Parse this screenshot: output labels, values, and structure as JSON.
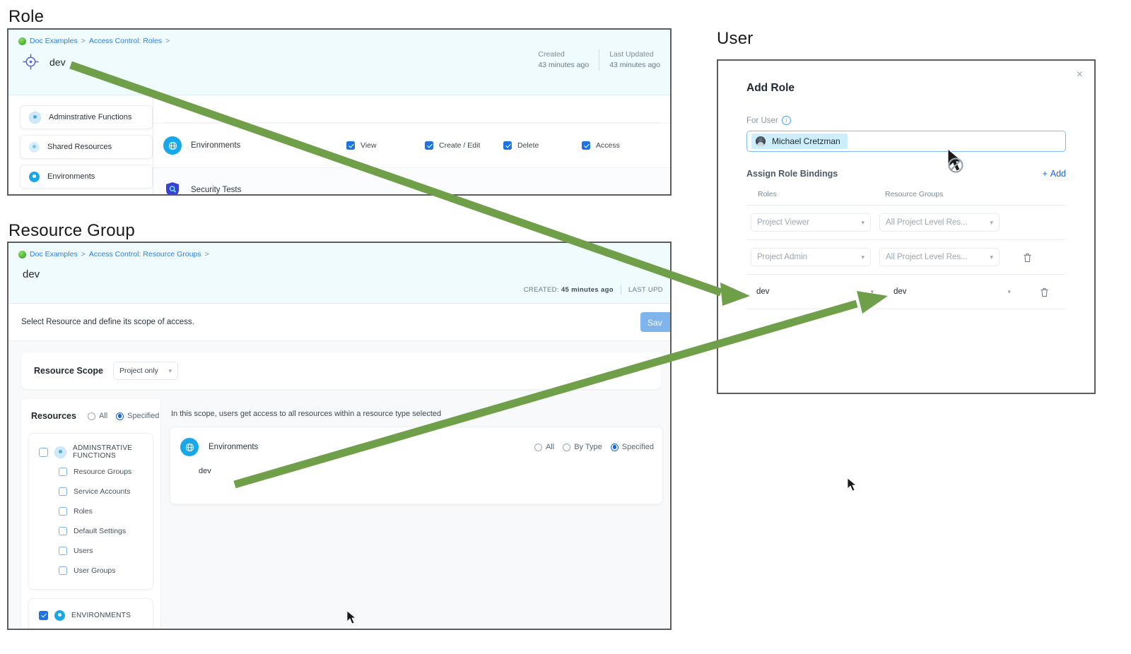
{
  "labels": {
    "role_section": "Role",
    "resource_group_section": "Resource Group",
    "user_section": "User"
  },
  "role_panel": {
    "breadcrumb": {
      "root": "Doc Examples",
      "sep1": ">",
      "second": "Access Control: Roles",
      "sep2": ">"
    },
    "name": "dev",
    "meta": {
      "created_label": "Created",
      "created_value": "43 minutes ago",
      "updated_label": "Last Updated",
      "updated_value": "43 minutes ago"
    },
    "sidebar": [
      {
        "label": "Adminstrative Functions",
        "icon": "pale-dot-icon"
      },
      {
        "label": "Shared Resources",
        "icon": "pale-dot-icon"
      },
      {
        "label": "Environments",
        "icon": "solid-dot-icon"
      }
    ],
    "permission_rows": [
      {
        "name": "Environments",
        "icon": "environment-globe-icon",
        "checks": [
          {
            "label": "View",
            "checked": true
          },
          {
            "label": "Create / Edit",
            "checked": true
          },
          {
            "label": "Delete",
            "checked": true
          },
          {
            "label": "Access",
            "checked": true
          }
        ]
      },
      {
        "name": "Security Tests",
        "icon": "security-shield-icon",
        "checks": []
      }
    ]
  },
  "resource_group_panel": {
    "breadcrumb": {
      "root": "Doc Examples",
      "sep1": ">",
      "second": "Access Control: Resource Groups",
      "sep2": ">"
    },
    "name": "dev",
    "meta": {
      "created_label": "CREATED:",
      "created_value": "45 minutes ago",
      "updated_label": "LAST UPD"
    },
    "subbar": {
      "text": "Select Resource and define its scope of access.",
      "save_label": "Sav"
    },
    "scope": {
      "label": "Resource Scope",
      "value": "Project only"
    },
    "resources": {
      "title": "Resources",
      "options": [
        {
          "label": "All",
          "selected": false
        },
        {
          "label": "Specified",
          "selected": true
        }
      ],
      "tree": {
        "group_label": "ADMINSTRATIVE FUNCTIONS",
        "group_checked": false,
        "children": [
          {
            "label": "Resource Groups",
            "checked": false
          },
          {
            "label": "Service Accounts",
            "checked": false
          },
          {
            "label": "Roles",
            "checked": false
          },
          {
            "label": "Default Settings",
            "checked": false
          },
          {
            "label": "Users",
            "checked": false
          },
          {
            "label": "User Groups",
            "checked": false
          }
        ]
      },
      "environments_group": {
        "label": "ENVIRONMENTS",
        "checked": true
      }
    },
    "scope_panel": {
      "note": "In this scope, users get access to all resources within a resource type selected",
      "card": {
        "name": "Environments",
        "options": [
          {
            "label": "All",
            "selected": false
          },
          {
            "label": "By Type",
            "selected": false
          },
          {
            "label": "Specified",
            "selected": true
          }
        ],
        "items": [
          "dev"
        ]
      }
    }
  },
  "user_dialog": {
    "title": "Add Role",
    "close_label": "×",
    "for_user_label": "For User",
    "user_chip": "Michael Cretzman",
    "bindings_label": "Assign Role Bindings",
    "add_label": "Add",
    "add_plus": "+",
    "columns": {
      "roles": "Roles",
      "resource_groups": "Resource Groups"
    },
    "rows": [
      {
        "role": "Project Viewer",
        "resource_group": "All Project Level Res...",
        "disabled": true,
        "deletable": false
      },
      {
        "role": "Project Admin",
        "resource_group": "All Project Level Res...",
        "disabled": true,
        "deletable": true
      },
      {
        "role": "dev",
        "resource_group": "dev",
        "disabled": false,
        "deletable": true
      }
    ]
  },
  "colors": {
    "arrow_green": "#6fa049",
    "accent_blue": "#1566d6",
    "cyan": "#18a7e8",
    "header_bg": "#effbfc"
  }
}
